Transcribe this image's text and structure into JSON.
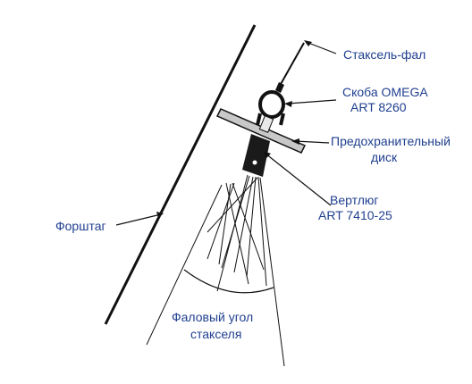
{
  "labels": {
    "halyard": "Стаксель-фал",
    "shackle_line1": "Скоба OMEGA",
    "shackle_line2": "ART 8260",
    "disc_line1": "Предохранительный",
    "disc_line2": "диск",
    "swivel_line1": "Вертлюг",
    "swivel_line2": "ART 7410-25",
    "forestay": "Форштаг",
    "angle_line1": "Фаловый угол",
    "angle_line2": "стакселя"
  },
  "colors": {
    "label_text": "#1f3f8f",
    "lines": "#111111",
    "swivel_body": "#1a1a1a"
  }
}
